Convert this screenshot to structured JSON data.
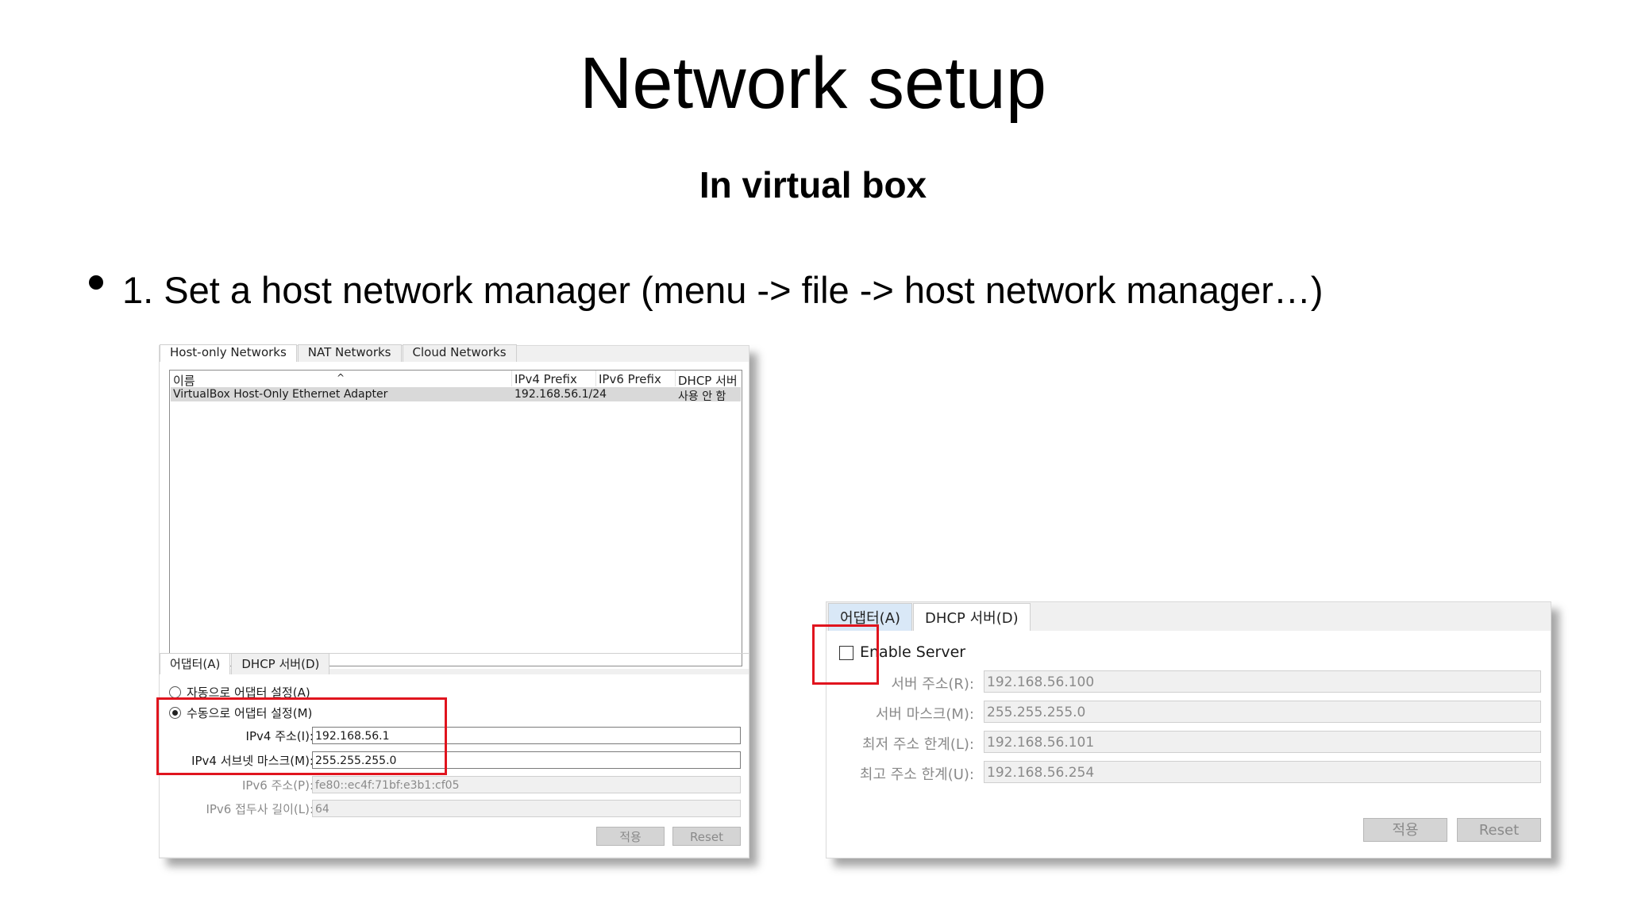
{
  "slide": {
    "title": "Network setup",
    "subtitle": "In virtual box",
    "bullet": "1. Set a host network manager (menu -> file -> host network manager…)"
  },
  "left_panel": {
    "top_tabs": [
      "Host-only Networks",
      "NAT Networks",
      "Cloud Networks"
    ],
    "list": {
      "headers": [
        "이름",
        "IPv4 Prefix",
        "IPv6 Prefix",
        "DHCP 서버"
      ],
      "row": [
        "VirtualBox Host-Only Ethernet Adapter",
        "192.168.56.1/24",
        "",
        "사용 안 함"
      ]
    },
    "bottom_tabs": [
      "어댑터(A)",
      "DHCP 서버(D)"
    ],
    "radio_auto": "자동으로 어댑터 설정(A)",
    "radio_manual": "수동으로 어댑터 설정(M)",
    "ipv4_address_label": "IPv4 주소(I):",
    "ipv4_address_value": "192.168.56.1",
    "ipv4_mask_label": "IPv4 서브넷 마스크(M):",
    "ipv4_mask_value": "255.255.255.0",
    "ipv6_address_label": "IPv6 주소(P):",
    "ipv6_address_value": "fe80::ec4f:71bf:e3b1:cf05",
    "ipv6_prefix_label": "IPv6 접두사 길이(L):",
    "ipv6_prefix_value": "64",
    "apply_button": "적용",
    "reset_button": "Reset"
  },
  "right_panel": {
    "tabs": [
      "어댑터(A)",
      "DHCP 서버(D)"
    ],
    "enable_server": "Enable Server",
    "server_address_label": "서버 주소(R):",
    "server_address_value": "192.168.56.100",
    "server_mask_label": "서버 마스크(M):",
    "server_mask_value": "255.255.255.0",
    "lower_bound_label": "최저 주소 한계(L):",
    "lower_bound_value": "192.168.56.101",
    "upper_bound_label": "최고 주소 한계(U):",
    "upper_bound_value": "192.168.56.254",
    "apply_button": "적용",
    "reset_button": "Reset"
  },
  "colors": {
    "highlight_box": "#e0141e",
    "selected_row": "#d9d9d9",
    "window_bg": "#f0f0f0"
  }
}
